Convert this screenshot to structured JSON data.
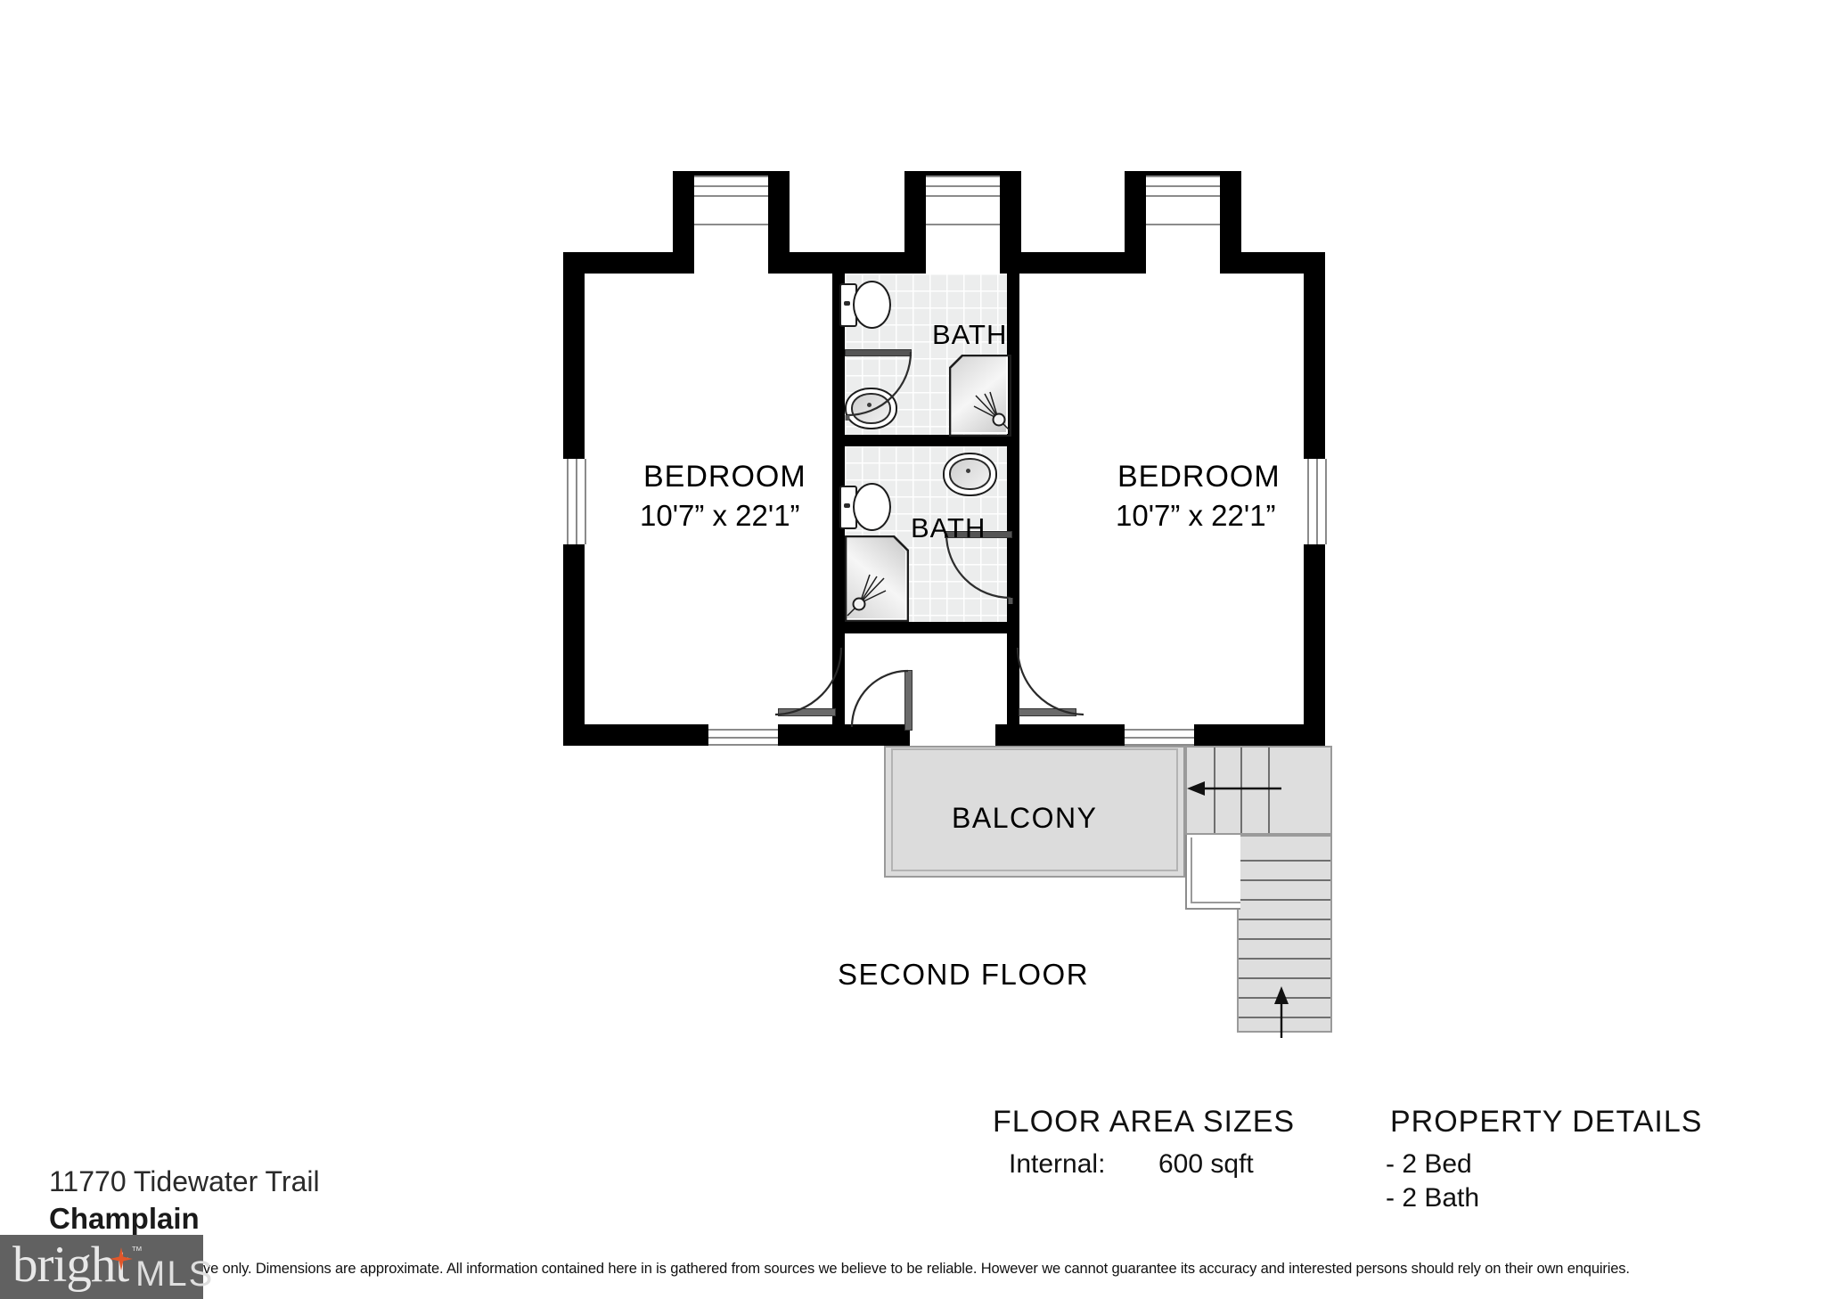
{
  "plan": {
    "floor_title": "SECOND FLOOR",
    "rooms": [
      {
        "name": "BEDROOM",
        "dimensions": "10'7” x 22'1”",
        "side": "left"
      },
      {
        "name": "BEDROOM",
        "dimensions": "10'7” x 22'1”",
        "side": "right"
      }
    ],
    "baths": [
      {
        "name": "BATH",
        "position": "upper"
      },
      {
        "name": "BATH",
        "position": "lower"
      }
    ],
    "balcony": {
      "name": "BALCONY"
    },
    "stairs": {
      "up_arrow": "▲",
      "landing_arrow": "◀"
    }
  },
  "floor_area": {
    "heading": "FLOOR AREA SIZES",
    "rows": [
      {
        "label": "Internal:",
        "value": "600 sqft"
      }
    ]
  },
  "property_details": {
    "heading": "PROPERTY DETAILS",
    "items": [
      "- 2 Bed",
      "- 2 Bath"
    ]
  },
  "address": {
    "line1": "11770 Tidewater Trail",
    "line2": "Champlain"
  },
  "branding": {
    "logo_word": "bright",
    "logo_suffix": "MLS",
    "logo_tm": "™",
    "accent_color": "#e2572a",
    "logo_bg": "#616161"
  },
  "disclaimer": {
    "text": "ve only. Dimensions are approximate. All information contained here in is gathered from sources we believe to be reliable. However we cannot guarantee its accuracy and interested persons should rely on their own enquiries."
  }
}
